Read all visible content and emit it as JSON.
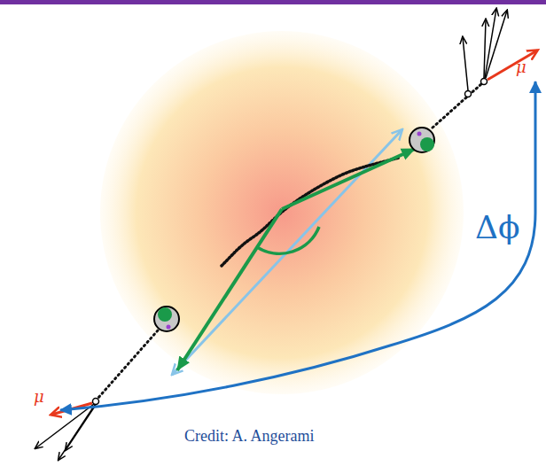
{
  "diagram": {
    "labels": [
      "μ",
      "μ",
      "Δϕ",
      "Credit: A. Angerami"
    ]
  }
}
